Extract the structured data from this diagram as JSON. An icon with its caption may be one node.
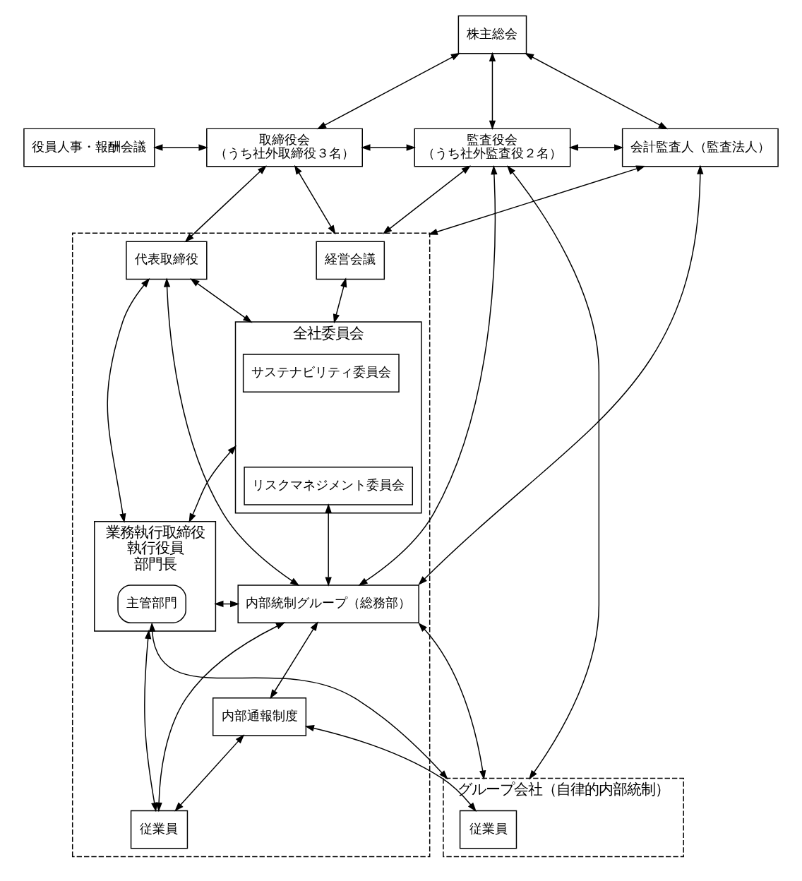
{
  "diagram": {
    "nodes": [
      {
        "text": [
          "株主総会"
        ]
      },
      {
        "text": [
          "役員人事・報酬会議"
        ]
      },
      {
        "text": [
          "取締役会",
          "（うち社外取締役３名）"
        ]
      },
      {
        "text": [
          "監査役会",
          "（うち社外監査役２名）"
        ]
      },
      {
        "text": [
          "会計監査人（監査法人）"
        ]
      },
      {
        "text": [],
        "shape": "box"
      },
      {
        "text": [
          "経営会議"
        ],
        "in": 5
      },
      {
        "text": [
          "代表取締役"
        ],
        "in": 5
      },
      {
        "text": [
          "全社委員会"
        ],
        "in": 5
      },
      {
        "text": [
          "サステナビリティ委員会"
        ],
        "in": 8
      },
      {
        "text": [
          "リスクマネジメント委員会"
        ],
        "in": 8
      },
      {
        "text": [
          "業務執行取締役",
          "執行役員",
          "部門長"
        ],
        "in": 5
      },
      {
        "text": [
          "主管部門"
        ],
        "in": 11
      },
      {
        "text": [
          "内部統制グループ（総務部）"
        ],
        "in": 5
      },
      {
        "text": [
          "内部通報制度"
        ],
        "in": 5
      },
      {
        "text": [
          "従業員"
        ],
        "in": 5
      },
      {
        "text": [
          "グループ会社（自律的内部統制）"
        ]
      },
      {
        "text": [
          "従業員"
        ],
        "in": 16
      }
    ],
    "edges": [
      {
        "from": 0,
        "to": 2,
        "arrow": "both"
      },
      {
        "from": 0,
        "to": 3,
        "arrow": "both"
      },
      {
        "from": 0,
        "to": 4,
        "arrow": "both"
      },
      {
        "from": 1,
        "to": 2,
        "arrow": "both"
      },
      {
        "from": 2,
        "to": 3,
        "arrow": "both"
      },
      {
        "from": 3,
        "to": 4,
        "arrow": "both"
      },
      {
        "from": 2,
        "to": 5,
        "arrow": "both"
      },
      {
        "from": 2,
        "to": 7,
        "arrow": "both"
      },
      {
        "from": 3,
        "to": 5,
        "arrow": "both"
      },
      {
        "from": 3,
        "to": 13,
        "arrow": "both"
      },
      {
        "from": 3,
        "to": 16,
        "arrow": "both"
      },
      {
        "from": 5,
        "to": 4,
        "arrow": "both"
      },
      {
        "from": 7,
        "to": 8,
        "arrow": "both"
      },
      {
        "from": 6,
        "to": 8,
        "arrow": "both"
      },
      {
        "from": 7,
        "to": 11,
        "arrow": "both"
      },
      {
        "from": 7,
        "to": 13,
        "arrow": "both"
      },
      {
        "from": 8,
        "to": 11,
        "arrow": "both"
      },
      {
        "from": 10,
        "to": 13,
        "arrow": "both"
      },
      {
        "from": 11,
        "to": 13,
        "arrow": "both"
      },
      {
        "from": 13,
        "to": 4,
        "arrow": "both"
      },
      {
        "from": 13,
        "to": 14,
        "arrow": "both"
      },
      {
        "from": 13,
        "to": 15,
        "arrow": "both"
      },
      {
        "from": 13,
        "to": 16,
        "arrow": "both"
      },
      {
        "from": 11,
        "to": 15,
        "arrow": "both"
      },
      {
        "from": 14,
        "to": 15,
        "arrow": "both"
      },
      {
        "from": 12,
        "to": 16,
        "arrow": "both"
      },
      {
        "from": 14,
        "to": 17,
        "arrow": "both"
      }
    ]
  }
}
